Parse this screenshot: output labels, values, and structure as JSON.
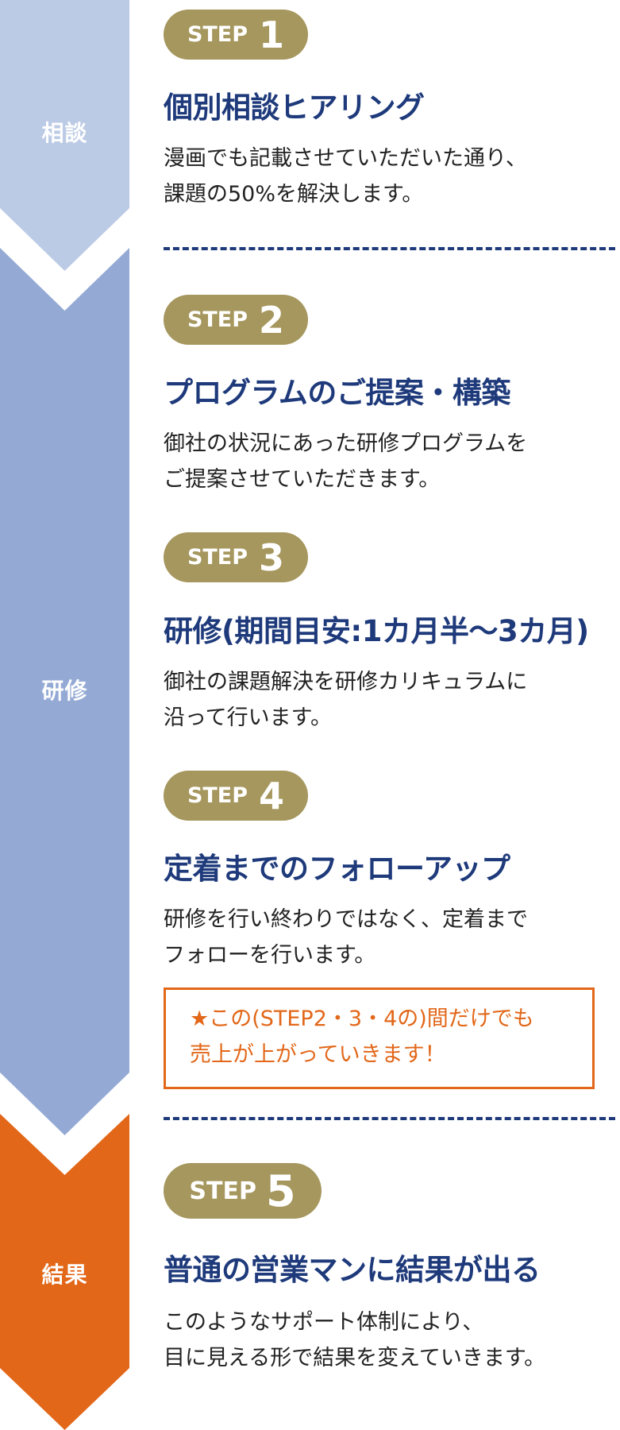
{
  "colors": {
    "phase_consult": "#bccbe5",
    "phase_training": "#94aad5",
    "phase_result": "#e26719",
    "badge": "#a6975e",
    "title": "#1e3a7b",
    "note": "#e26719"
  },
  "phases": [
    {
      "label": "相談"
    },
    {
      "label": "研修"
    },
    {
      "label": "結果"
    }
  ],
  "steps": [
    {
      "word": "STEP",
      "num": "1",
      "title": "個別相談ヒアリング",
      "body": [
        "漫画でも記載させていただいた通り、",
        "課題の50%を解決します。"
      ]
    },
    {
      "word": "STEP",
      "num": "2",
      "title": "プログラムのご提案・構築",
      "body": [
        "御社の状況にあった研修プログラムを",
        "ご提案させていただきます。"
      ]
    },
    {
      "word": "STEP",
      "num": "3",
      "title": "研修(期間目安:1カ月半〜3カ月)",
      "body": [
        "御社の課題解決を研修カリキュラムに",
        "沿って行います。"
      ]
    },
    {
      "word": "STEP",
      "num": "4",
      "title": "定着までのフォローアップ",
      "body": [
        "研修を行い終わりではなく、定着まで",
        "フォローを行います。"
      ]
    },
    {
      "word": "STEP",
      "num": "5",
      "title": "普通の営業マンに結果が出る",
      "body": [
        "このようなサポート体制により、",
        "目に見える形で結果を変えていきます。"
      ]
    }
  ],
  "note": {
    "lines": [
      "★この(STEP2・3・4の)間だけでも",
      "売上が上がっていきます！"
    ]
  }
}
